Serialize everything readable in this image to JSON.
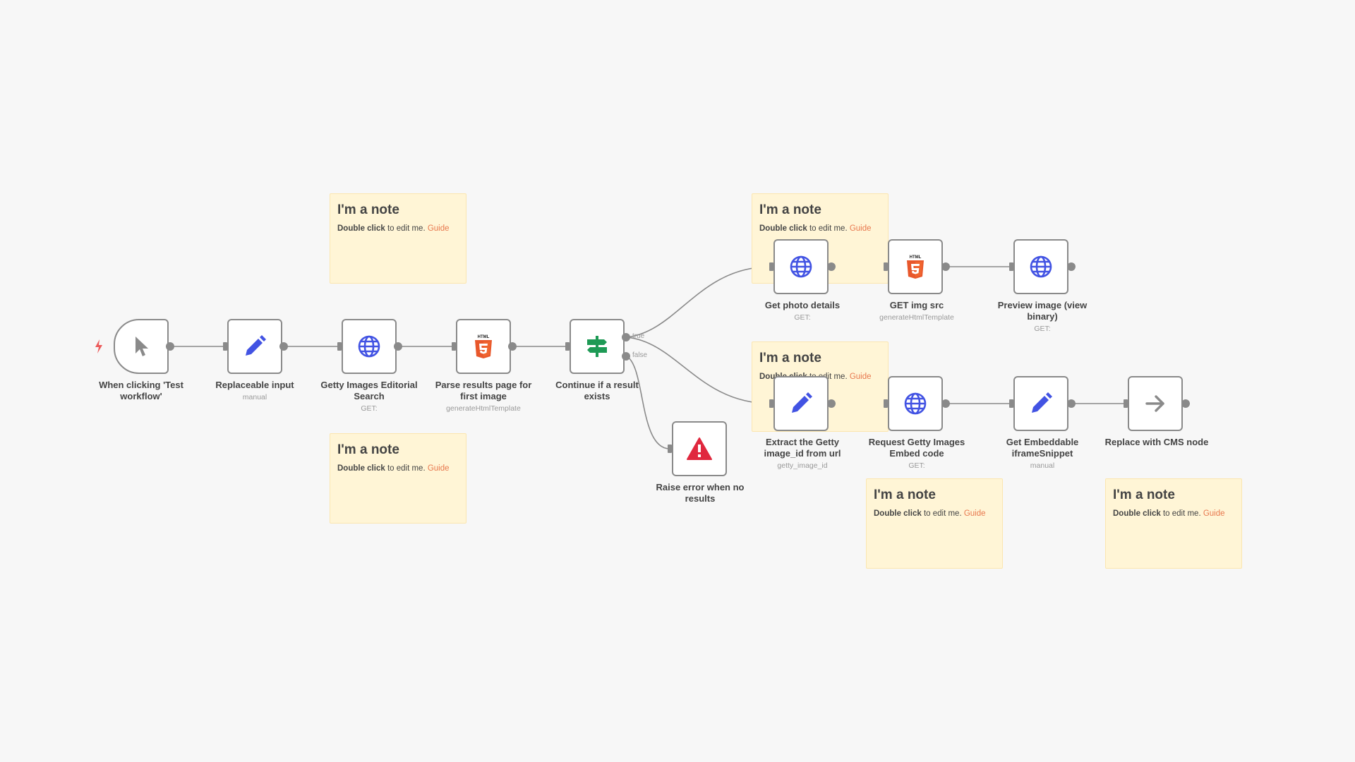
{
  "notes": [
    {
      "title": "I'm a note",
      "bold": "Double click",
      "text": " to edit me. ",
      "link": "Guide"
    },
    {
      "title": "I'm a note",
      "bold": "Double click",
      "text": " to edit me. ",
      "link": "Guide"
    },
    {
      "title": "I'm a note",
      "bold": "Double click",
      "text": " to edit me. ",
      "link": "Guide"
    },
    {
      "title": "I'm a note",
      "bold": "Double click",
      "text": " to edit me. ",
      "link": "Guide"
    },
    {
      "title": "I'm a note",
      "bold": "Double click",
      "text": " to edit me. ",
      "link": "Guide"
    },
    {
      "title": "I'm a note",
      "bold": "Double click",
      "text": " to edit me. ",
      "link": "Guide"
    }
  ],
  "nodes": [
    {
      "label": "When clicking 'Test workflow'",
      "sub": "",
      "icon": "cursor-icon"
    },
    {
      "label": "Replaceable input",
      "sub": "manual",
      "icon": "pencil-icon"
    },
    {
      "label": "Getty Images Editorial Search",
      "sub": "GET:",
      "icon": "globe-icon"
    },
    {
      "label": "Parse results page for first image",
      "sub": "generateHtmlTemplate",
      "icon": "html5-icon"
    },
    {
      "label": "Continue if a result exists",
      "sub": "",
      "icon": "signpost-icon"
    },
    {
      "label": "Get photo details",
      "sub": "GET:",
      "icon": "globe-icon"
    },
    {
      "label": "GET img src",
      "sub": "generateHtmlTemplate",
      "icon": "html5-icon"
    },
    {
      "label": "Preview image (view binary)",
      "sub": "GET:",
      "icon": "globe-icon"
    },
    {
      "label": "Extract the Getty image_id from url",
      "sub": "getty_image_id",
      "icon": "pencil-icon"
    },
    {
      "label": "Request Getty Images Embed code",
      "sub": "GET:",
      "icon": "globe-icon"
    },
    {
      "label": "Get Embeddable iframeSnippet",
      "sub": "manual",
      "icon": "pencil-icon"
    },
    {
      "label": "Replace with CMS node",
      "sub": "",
      "icon": "arrow-right-icon"
    },
    {
      "label": "Raise error when no results",
      "sub": "",
      "icon": "warning-icon"
    }
  ],
  "branches": {
    "true": "true",
    "false": "false"
  },
  "colors": {
    "background": "#f7f7f7",
    "note_bg": "#fff5d6",
    "wire": "#8a8a8a",
    "accent_blue": "#4253e3",
    "html_orange": "#e8572b",
    "if_green": "#1e9a55",
    "error_red": "#e0283e",
    "trigger_bolt": "#ec5b5b",
    "link": "#e8784e"
  }
}
